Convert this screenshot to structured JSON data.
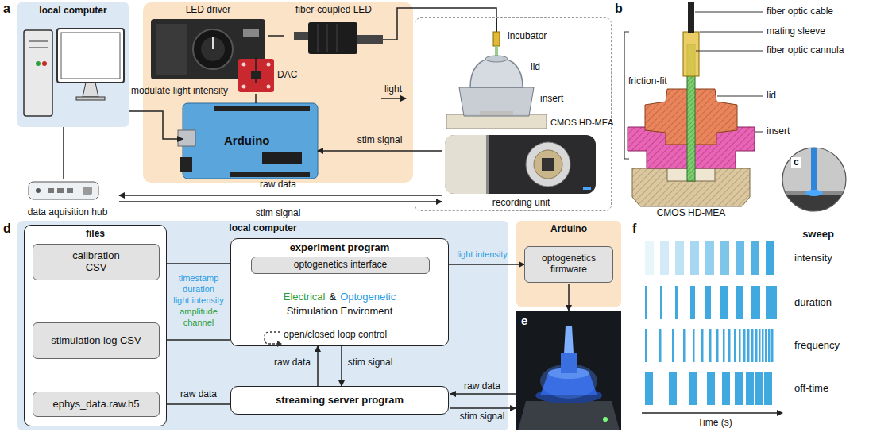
{
  "diagram": {
    "nodes": [
      {
        "text": [
          "local computer"
        ]
      },
      {
        "text": [
          "LED driver"
        ]
      },
      {
        "text": [
          "fiber-coupled LED"
        ]
      },
      {
        "text": [
          "incubator"
        ]
      },
      {
        "text": [
          "DAC"
        ]
      },
      {
        "text": [
          "Arduino"
        ]
      },
      {
        "text": [
          "recording unit"
        ],
        "in": 3
      },
      {
        "text": [
          "data aquisition hub"
        ]
      },
      {
        "text": [
          "local computer"
        ]
      },
      {
        "text": [
          "files"
        ],
        "in": 8
      },
      {
        "text": [
          "calibration CSV"
        ],
        "in": 9
      },
      {
        "text": [
          "stimulation log CSV"
        ],
        "in": 9
      },
      {
        "text": [
          "ephys_data.raw.h5"
        ],
        "in": 9
      },
      {
        "text": [
          "experiment program",
          "Electrical",
          "&",
          "Optogenetic",
          "Stimulation Enviroment",
          "open/closed loop control"
        ],
        "in": 8
      },
      {
        "text": [
          "optogenetics interface"
        ],
        "in": 13
      },
      {
        "text": [
          "streaming server program"
        ],
        "in": 8
      },
      {
        "text": [
          "Arduino"
        ]
      },
      {
        "text": [
          "optogenetics firmware"
        ],
        "in": 16
      }
    ],
    "edges": [
      {
        "from": 0,
        "to": 5,
        "label": "modulate light intensity",
        "arrow": "to"
      },
      {
        "from": 6,
        "to": 5,
        "label": "stim signal",
        "arrow": "to"
      },
      {
        "from": 6,
        "to": 7,
        "label": "raw data",
        "arrow": "to"
      },
      {
        "from": 7,
        "to": 6,
        "label": "stim signal",
        "arrow": "to"
      },
      {
        "from": 7,
        "to": 0,
        "arrow": "none"
      },
      {
        "from": 1,
        "to": 2,
        "arrow": "none"
      },
      {
        "from": 2,
        "to": 3,
        "arrow": "none"
      },
      {
        "from": 4,
        "to": 1,
        "arrow": "none"
      },
      {
        "from": 5,
        "to": 4,
        "arrow": "none"
      },
      {
        "from": 10,
        "to": 14,
        "arrow": "to"
      },
      {
        "from": 14,
        "to": 17,
        "label": "light intensity",
        "arrow": "to"
      },
      {
        "from": 13,
        "to": 11,
        "arrow": "to"
      },
      {
        "from": 15,
        "to": 13,
        "label": "raw data",
        "arrow": "to"
      },
      {
        "from": 13,
        "to": 15,
        "label": "stim signal",
        "arrow": "to"
      },
      {
        "from": 15,
        "to": 12,
        "label": "raw data",
        "arrow": "to"
      }
    ],
    "labels": [
      "a",
      "light",
      "lid",
      "insert",
      "CMOS HD-MEA",
      "b",
      "fiber optic cable",
      "mating sleeve",
      "fiber optic cannula",
      "lid",
      "insert",
      "friction-fit",
      "CMOS HD-MEA",
      "c",
      "d",
      "timestamp",
      "duration",
      "light intensity",
      "amplitude",
      "channel",
      "raw data",
      "stim signal",
      "e",
      "f",
      "sweep",
      "intensity",
      "duration",
      "frequency",
      "off-time",
      "Time (s)"
    ]
  }
}
